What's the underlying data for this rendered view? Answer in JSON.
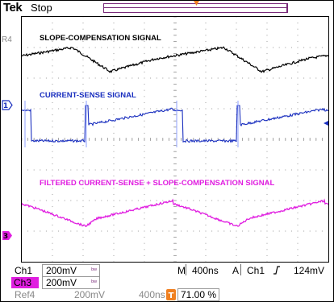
{
  "header": {
    "brand": "Tek",
    "run_state": "Stop",
    "trigger_marker": "T"
  },
  "traces": {
    "slope_label": "SLOPE-COMPENSATION SIGNAL",
    "current_label": "CURRENT-SENSE SIGNAL",
    "filtered_label": "FILTERED CURRENT-SENSE + SLOPE-COMPENSATION SIGNAL"
  },
  "channel_markers": {
    "ref4": "R4",
    "ch1": "1",
    "ch3": "3"
  },
  "status": {
    "ch1_name": "Ch1",
    "ch1_scale": "200mV",
    "ch3_name": "Ch3",
    "ch3_scale": "200mV",
    "ref4_name": "Ref4",
    "ref4_scale": "200mV",
    "ref4_time": "400ns",
    "mode": "M",
    "timebase": "400ns",
    "trig_mode": "A",
    "trig_source": "Ch1",
    "trig_level": "124mV",
    "trig_pos_marker": "T",
    "trig_position": "71.00 %"
  },
  "colors": {
    "ref4": "#000000",
    "ch1": "#1a2fbf",
    "ch3": "#e01ee0",
    "trigger": "#f08020"
  }
}
